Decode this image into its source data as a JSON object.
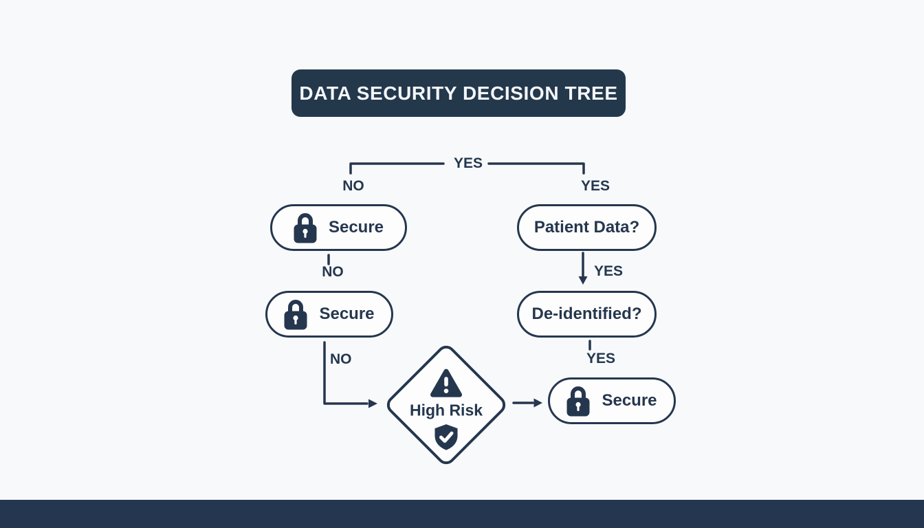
{
  "title": {
    "text": "DATA SECURITY DECISION TREE"
  },
  "colors": {
    "navy": "#25374E",
    "banner_bg": "#24384C",
    "footer_bg": "#243650",
    "page_bg": "#F8F9FB",
    "node_bg": "#FDFDFE",
    "title_text": "#F4F6F9"
  },
  "root_branch": {
    "center_label": "YES",
    "left_label": "NO",
    "right_label": "YES"
  },
  "left_branch": {
    "secure_top": {
      "label": "Secure",
      "icon": "lock-icon"
    },
    "edge_no_1": "NO",
    "secure_mid": {
      "label": "Secure",
      "icon": "lock-icon"
    },
    "edge_no_2": "NO"
  },
  "right_branch": {
    "patient_data": {
      "label": "Patient Data?"
    },
    "edge_yes_1": "YES",
    "de_identified": {
      "label": "De-identified?"
    },
    "edge_yes_2": "YES",
    "secure_final": {
      "label": "Secure",
      "icon": "lock-icon"
    }
  },
  "risk_node": {
    "label": "High Risk",
    "top_icon": "warning-icon",
    "bottom_icon": "shield-check-icon"
  }
}
